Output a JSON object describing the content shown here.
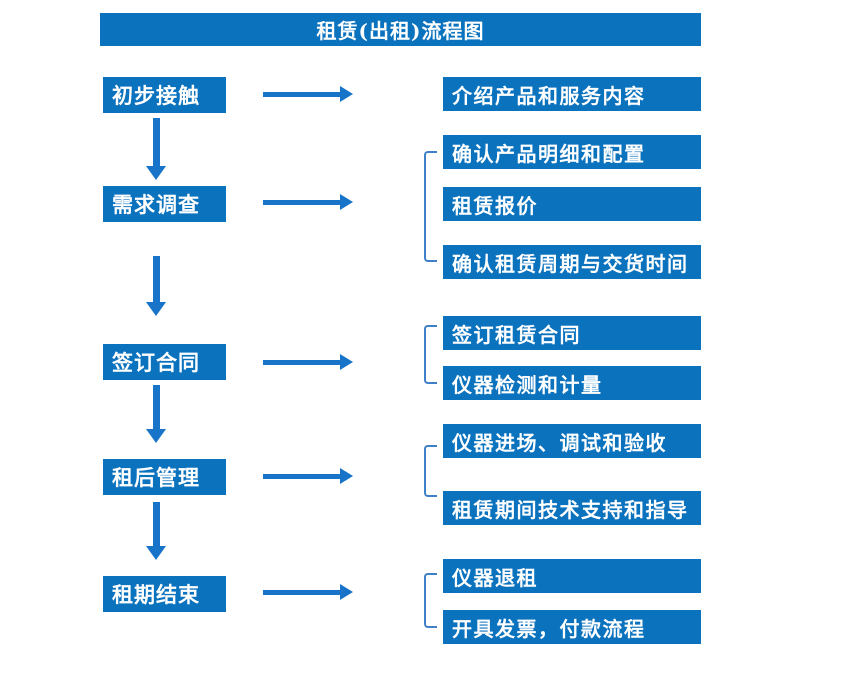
{
  "title": "租赁(出租)流程图",
  "colors": {
    "box_fill": "#0b72be",
    "arrow": "#1874c8",
    "bracket": "#4080c8",
    "text_on_box": "#ffffff",
    "page_background": "#ffffff"
  },
  "steps": [
    {
      "label": "初步接触",
      "details": [
        "介绍产品和服务内容"
      ]
    },
    {
      "label": "需求调查",
      "details": [
        "确认产品明细和配置",
        "租赁报价",
        "确认租赁周期与交货时间"
      ]
    },
    {
      "label": "签订合同",
      "details": [
        "签订租赁合同",
        "仪器检测和计量"
      ]
    },
    {
      "label": "租后管理",
      "details": [
        "仪器进场、调试和验收",
        "租赁期间技术支持和指导"
      ]
    },
    {
      "label": "租期结束",
      "details": [
        "仪器退租",
        "开具发票，付款流程"
      ]
    }
  ]
}
